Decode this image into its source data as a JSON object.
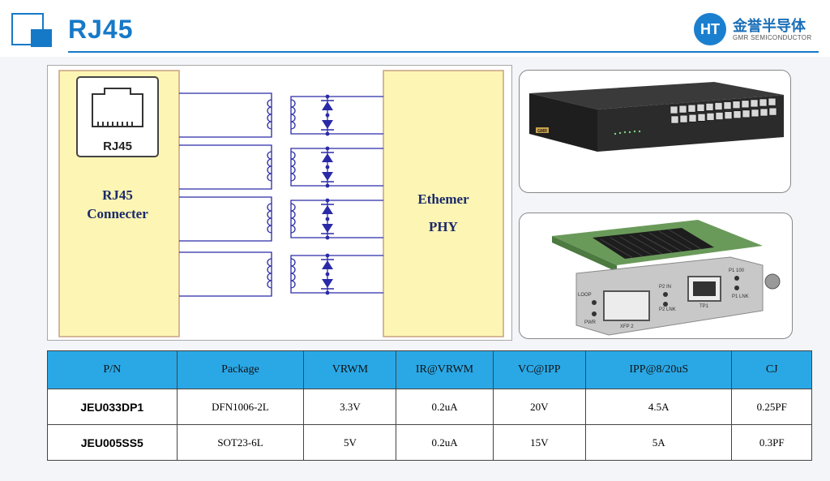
{
  "header": {
    "title": "RJ45",
    "brand_mark": "HT",
    "brand_name_cn": "金誉半导体",
    "brand_name_en": "GMR SEMICONDUCTOR"
  },
  "diagram": {
    "jack_label": "RJ45",
    "connector_label_line1": "RJ45",
    "connector_label_line2": "Connecter",
    "phy_label_line1": "Ethemer",
    "phy_label_line2": "PHY",
    "channel_count": 4
  },
  "photos": {
    "switch_badge": "GMR",
    "card_labels": [
      "LOOP",
      "PWR",
      "XFP 2",
      "P2 IN",
      "P2 LNK",
      "TP1",
      "P1 100",
      "P1 LNK"
    ]
  },
  "table": {
    "headers": [
      "P/N",
      "Package",
      "VRWM",
      "IR@VRWM",
      "VC@IPP",
      "IPP@8/20uS",
      "CJ"
    ],
    "rows": [
      [
        "JEU033DP1",
        "DFN1006-2L",
        "3.3V",
        "0.2uA",
        "20V",
        "4.5A",
        "0.25PF"
      ],
      [
        "JEU005SS5",
        "SOT23-6L",
        "5V",
        "0.2uA",
        "15V",
        "5A",
        "0.3PF"
      ]
    ]
  },
  "colors": {
    "accent": "#1679c8",
    "block_fill": "#fdf5b4",
    "block_border": "#c8a080",
    "wire": "#2a2aa8",
    "header_row": "#2aa8e6"
  }
}
